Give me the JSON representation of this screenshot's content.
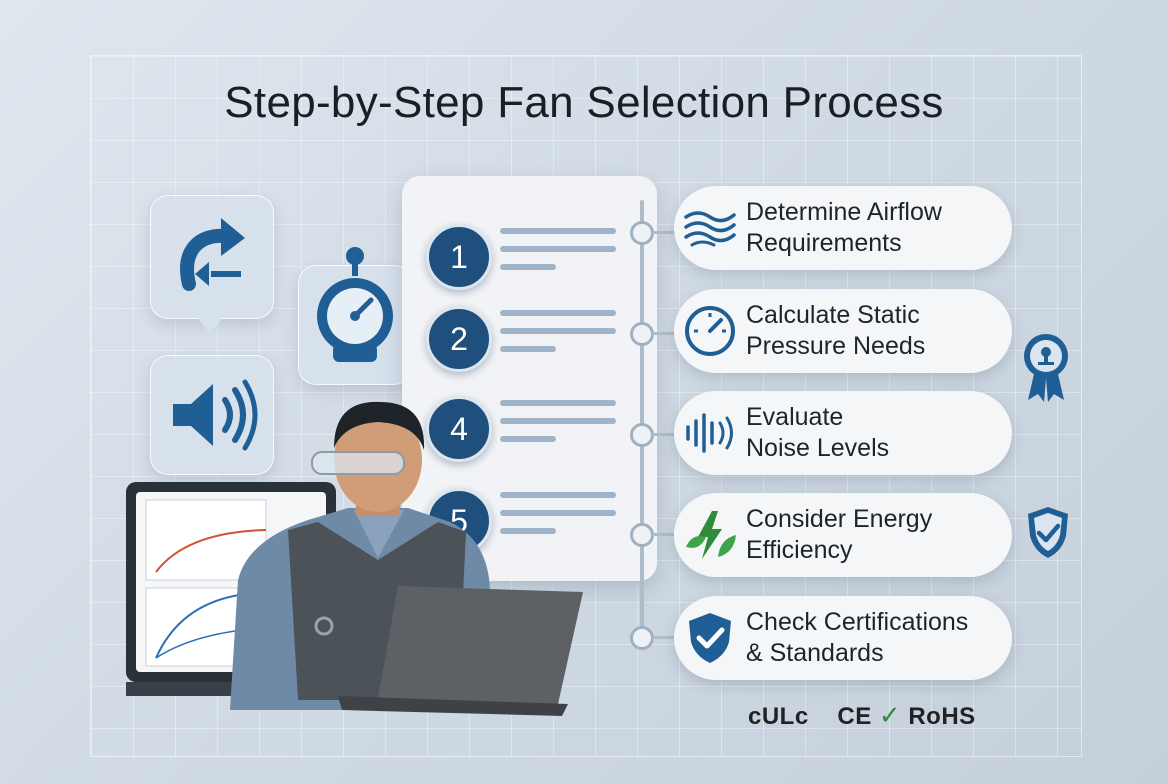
{
  "title": "Step-by-Step Fan Selection Process",
  "checklist": {
    "steps": [
      "1",
      "2",
      "4",
      "5"
    ]
  },
  "process_steps": [
    {
      "line1": "Determine Airflow",
      "line2": "Requirements",
      "icon": "airflow-wind-icon"
    },
    {
      "line1": "Calculate Static",
      "line2": "Pressure Needs",
      "icon": "pressure-gauge-icon"
    },
    {
      "line1": "Evaluate",
      "line2": "Noise Levels",
      "icon": "sound-wave-icon"
    },
    {
      "line1": "Consider Energy",
      "line2": "Efficiency",
      "icon": "energy-leaf-icon"
    },
    {
      "line1": "Check Certifications",
      "line2": "& Standards",
      "icon": "shield-check-icon"
    }
  ],
  "certifications": {
    "ul": "cULc",
    "ce": "CE",
    "check": "✓",
    "rohs": "RoHS"
  },
  "colors": {
    "primary_blue": "#1f4f7d",
    "accent_green": "#2f8a3a",
    "background": "#d3dce6"
  }
}
